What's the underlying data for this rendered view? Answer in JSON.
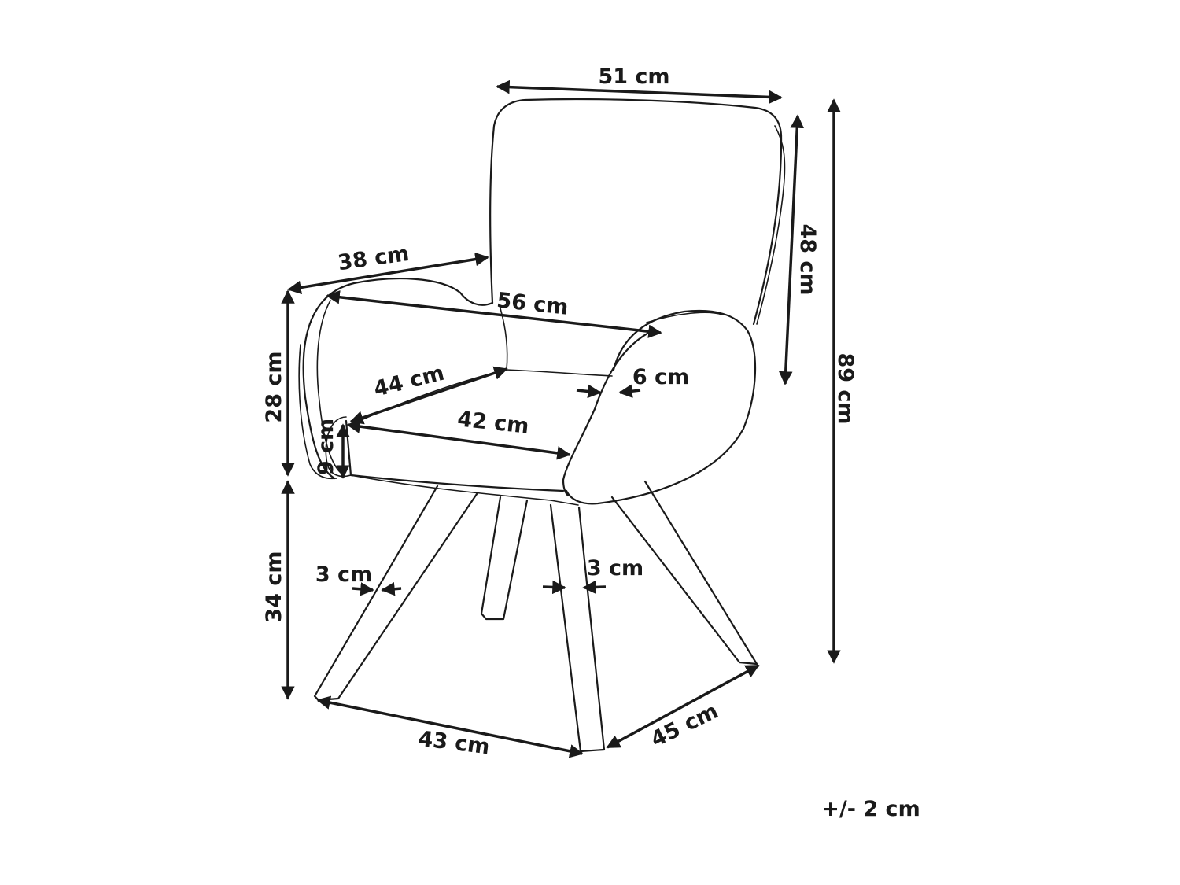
{
  "dimensions": {
    "back_width": "51 cm",
    "back_height": "48 cm",
    "total_height": "89 cm",
    "armrest_depth": "38 cm",
    "total_width": "56 cm",
    "armrest_height": "28 cm",
    "seat_depth": "44 cm",
    "armrest_thickness": "6 cm",
    "seat_width": "42 cm",
    "seat_thickness": "9 cm",
    "leg_height": "34 cm",
    "leg_thickness_left": "3 cm",
    "leg_thickness_right": "3 cm",
    "base_width": "43 cm",
    "base_depth": "45 cm"
  },
  "tolerance": "+/- 2 cm",
  "colors": {
    "line": "#1a1a1a",
    "background": "#ffffff"
  }
}
